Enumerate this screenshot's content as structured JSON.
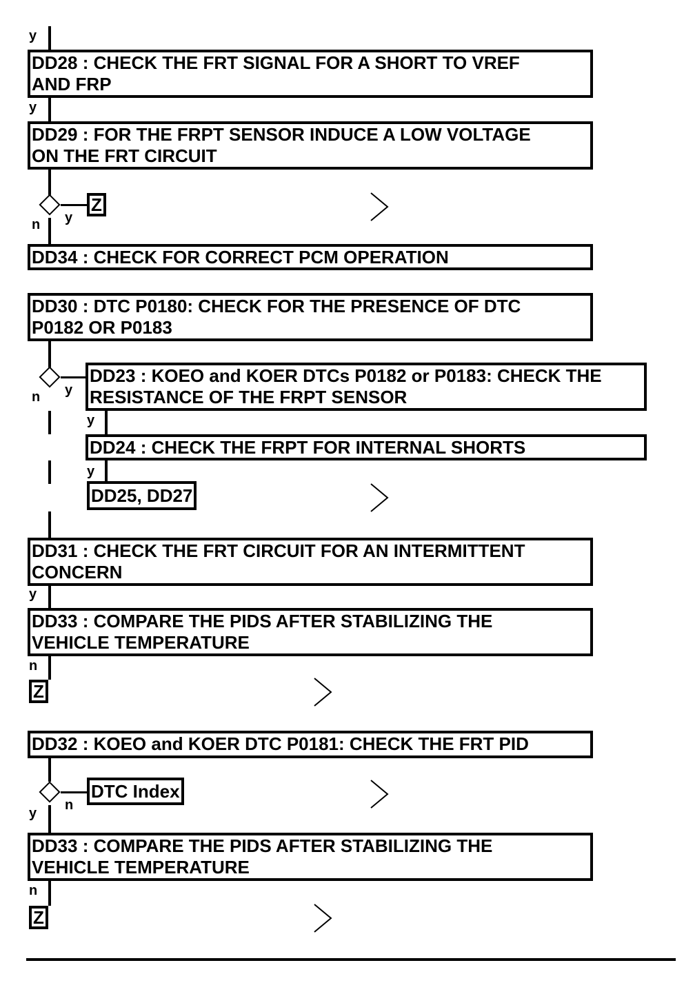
{
  "steps": {
    "dd28": "DD28 : CHECK THE FRT SIGNAL FOR A SHORT TO VREF\nAND FRP",
    "dd29": "DD29 : FOR THE FRPT SENSOR INDUCE A LOW VOLTAGE\nON THE FRT CIRCUIT",
    "dd34": "DD34 : CHECK FOR CORRECT PCM OPERATION",
    "dd30": "DD30 : DTC P0180: CHECK FOR THE PRESENCE OF DTC\nP0182 OR P0183",
    "dd23": "DD23 : KOEO and KOER DTCs P0182 or P0183: CHECK THE\nRESISTANCE OF THE FRPT SENSOR",
    "dd24": "DD24 : CHECK THE FRPT FOR INTERNAL SHORTS",
    "dd25": "DD25, DD27",
    "dd31": "DD31 : CHECK THE FRT CIRCUIT FOR AN INTERMITTENT\nCONCERN",
    "dd33a": "DD33 : COMPARE THE PIDS AFTER STABILIZING THE\nVEHICLE TEMPERATURE",
    "dd32": "DD32 : KOEO and KOER DTC P0181: CHECK THE FRT PID",
    "dd33b": "DD33 : COMPARE THE PIDS AFTER STABILIZING THE\nVEHICLE TEMPERATURE"
  },
  "targets": {
    "z1": "Z",
    "z2": "Z",
    "z3": "Z",
    "dtc_index": "DTC Index"
  },
  "labels": {
    "yes": "y",
    "no": "n"
  },
  "colors": {
    "line": "#000000",
    "background": "#ffffff"
  },
  "icons": [
    "decision-diamond",
    "chevron-right-icon"
  ]
}
